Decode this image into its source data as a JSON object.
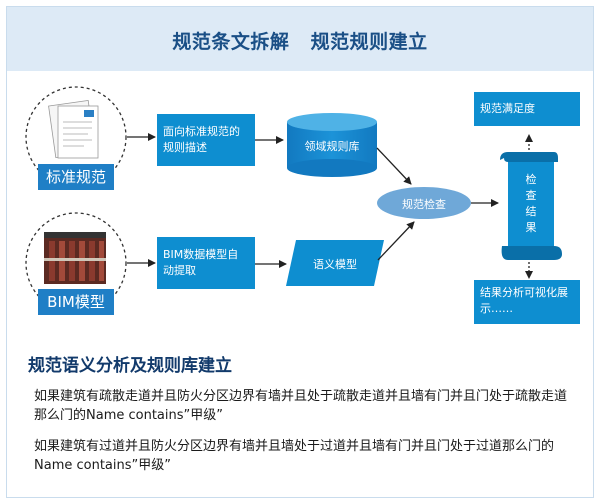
{
  "header": {
    "title": "规范条文拆解   规范规则建立"
  },
  "diagram": {
    "standard_label": "标准规范",
    "bim_label": "BIM模型",
    "rule_description_box": "面向标准规范的规则描述",
    "domain_rule_base": "领域规则库",
    "bim_extract_box": "BIM数据模型自动提取",
    "semantic_model": "语义模型",
    "spec_check": "规范检查",
    "check_result": "检查结果",
    "satisfaction_box": "规范满足度",
    "analysis_box": "结果分析可视化展示……"
  },
  "section": {
    "title": "规范语义分析及规则库建立",
    "paragraph_1": "如果建筑有疏散走道并且防火分区边界有墙并且处于疏散走道并且墙有门并且门处于疏散走道那么门的Name contains”甲级”",
    "paragraph_2": "如果建筑有过道并且防火分区边界有墙并且墙处于过道并且墙有门并且门处于过道那么门的Name contains”甲级”"
  },
  "colors": {
    "accent_blue": "#0e8ed0",
    "header_bg": "#ddeaf6",
    "title_blue": "#1a4f86",
    "check_ellipse": "#6fa8d8"
  }
}
